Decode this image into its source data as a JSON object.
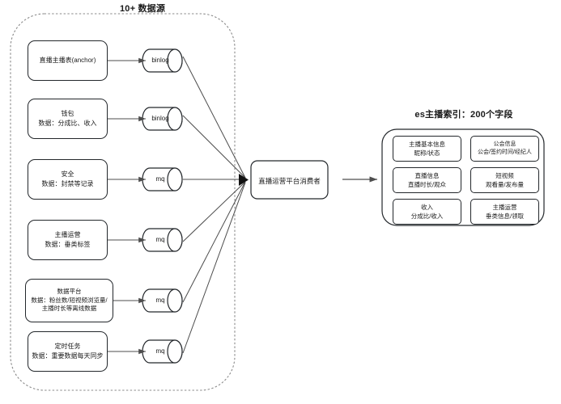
{
  "diagram": {
    "sources_group_title": "10+ 数据源",
    "es_group_title": "es主播索引：200个字段",
    "sources": [
      {
        "name": "source-anchor-table",
        "lines": [
          "直播主播表(anchor)"
        ]
      },
      {
        "name": "source-wallet",
        "lines": [
          "钱包",
          "数据：分成比、收入"
        ]
      },
      {
        "name": "source-security",
        "lines": [
          "安全",
          "数据：封禁等记录"
        ]
      },
      {
        "name": "source-anchor-ops",
        "lines": [
          "主播运营",
          "数据：垂类标签"
        ]
      },
      {
        "name": "source-data-platform",
        "lines": [
          "数据平台",
          "数据：粉丝数/短视频浏览量/",
          "主播时长等离线数据"
        ]
      },
      {
        "name": "source-scheduled-task",
        "lines": [
          "定时任务",
          "数据：重要数据每天同步"
        ]
      }
    ],
    "queues": [
      {
        "name": "queue-binlog-1",
        "label": "binlog"
      },
      {
        "name": "queue-binlog-2",
        "label": "binlog"
      },
      {
        "name": "queue-mq-1",
        "label": "mq"
      },
      {
        "name": "queue-mq-2",
        "label": "mq"
      },
      {
        "name": "queue-mq-3",
        "label": "mq"
      },
      {
        "name": "queue-mq-4",
        "label": "mq"
      }
    ],
    "consumer": {
      "name": "consumer-box",
      "label": "直播运营平台消费者"
    },
    "es_fields": [
      {
        "name": "es-field-anchor-basic",
        "lines": [
          "主播基本信息",
          "昵称/状态"
        ]
      },
      {
        "name": "es-field-guild",
        "lines": [
          "公会信息",
          "公会/签约时间/经纪人"
        ]
      },
      {
        "name": "es-field-live-info",
        "lines": [
          "直播信息",
          "直播时长/观众"
        ]
      },
      {
        "name": "es-field-short-video",
        "lines": [
          "短视频",
          "观看量/发布量"
        ]
      },
      {
        "name": "es-field-income",
        "lines": [
          "收入",
          "分成比/收入"
        ]
      },
      {
        "name": "es-field-anchor-ops",
        "lines": [
          "主播运营",
          "垂类信息/领取"
        ]
      }
    ],
    "colors": {
      "stroke": "#23272b",
      "arrow": "#4d4d4d",
      "dashed": "#8a8a8a",
      "background": "#ffffff",
      "text": "#1a1a1a"
    }
  }
}
